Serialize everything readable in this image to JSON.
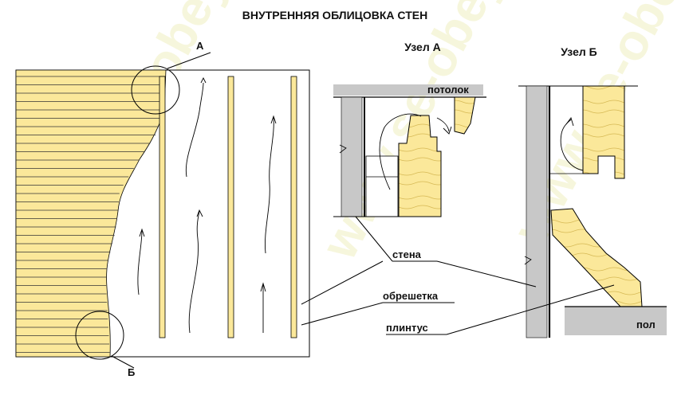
{
  "title": "ВНУТРЕННЯЯ ОБЛИЦОВКА СТЕН",
  "node_a_title": "Узел А",
  "node_b_title": "Узел Б",
  "callout_a": "А",
  "callout_b": "Б",
  "labels": {
    "ceiling": "потолок",
    "wall": "стена",
    "lathing": "обрешетка",
    "baseboard": "плинтус",
    "floor": "пол"
  },
  "watermark": "www.se-obeye.ru",
  "colors": {
    "wood": "#fbe89a",
    "wood_line": "#c9a93c",
    "concrete": "#c8c8c8",
    "line": "#000000"
  }
}
